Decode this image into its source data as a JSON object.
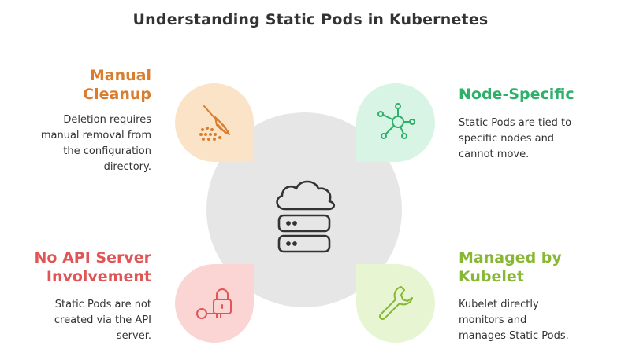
{
  "title": "Understanding Static Pods in Kubernetes",
  "center": {
    "icon": "cloud-server-icon"
  },
  "sections": {
    "manual_cleanup": {
      "heading_line1": "Manual",
      "heading_line2": "Cleanup",
      "desc_lines": [
        "Deletion requires",
        "manual removal from",
        "the configuration",
        "directory."
      ],
      "icon": "broom-icon",
      "color": "#d97d2e",
      "bg": "#fbe3c8"
    },
    "node_specific": {
      "heading_line1": "Node-Specific",
      "desc_lines": [
        "Static Pods are tied to",
        "specific nodes and",
        "cannot move."
      ],
      "icon": "network-node-icon",
      "color": "#2fb06a",
      "bg": "#d8f4e4"
    },
    "no_api": {
      "heading_line1": "No API Server",
      "heading_line2": "Involvement",
      "desc_lines": [
        "Static Pods are not",
        "created via the API",
        "server."
      ],
      "icon": "lock-key-icon",
      "color": "#e05555",
      "bg": "#fbd4d4"
    },
    "kubelet": {
      "heading_line1": "Managed by",
      "heading_line2": "Kubelet",
      "desc_lines": [
        "Kubelet directly",
        "monitors and",
        "manages Static Pods."
      ],
      "icon": "wrench-icon",
      "color": "#88b833",
      "bg": "#e7f5d3"
    }
  }
}
